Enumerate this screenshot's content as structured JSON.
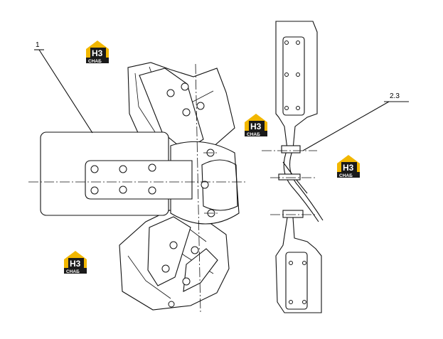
{
  "callouts": [
    {
      "id": "part-1",
      "label": "1"
    },
    {
      "id": "part-2-3",
      "label": "2.3"
    }
  ],
  "watermark": {
    "brand": "H3",
    "caption": "CHAБ",
    "accent": "#f2b700",
    "dark": "#1a1a1a"
  }
}
